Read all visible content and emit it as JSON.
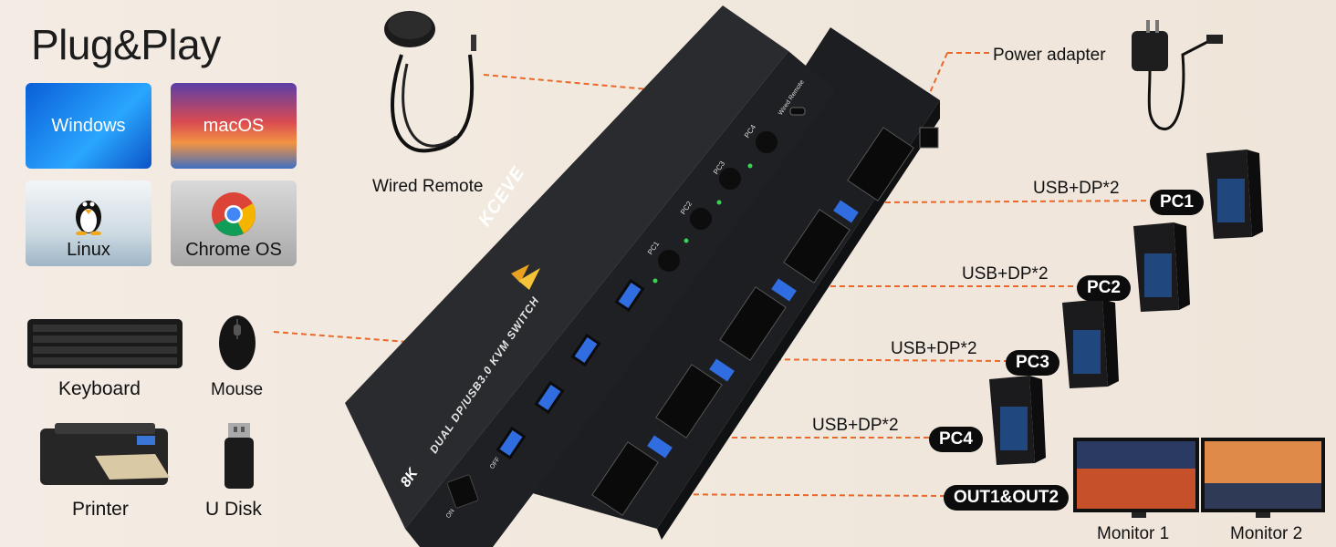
{
  "headline": "Plug&Play",
  "os_tiles": [
    {
      "label": "Windows"
    },
    {
      "label": "macOS"
    },
    {
      "label": "Linux"
    },
    {
      "label": "Chrome OS"
    }
  ],
  "peripherals": {
    "keyboard": "Keyboard",
    "mouse": "Mouse",
    "printer": "Printer",
    "udisk": "U Disk"
  },
  "accessories": {
    "remote": "Wired Remote",
    "power": "Power adapter"
  },
  "pcs": [
    {
      "connection": "USB+DP*2",
      "badge": "PC1"
    },
    {
      "connection": "USB+DP*2",
      "badge": "PC2"
    },
    {
      "connection": "USB+DP*2",
      "badge": "PC3"
    },
    {
      "connection": "USB+DP*2",
      "badge": "PC4"
    }
  ],
  "output_badge": "OUT1&OUT2",
  "monitors": [
    "Monitor 1",
    "Monitor 2"
  ],
  "device": {
    "brand": "KCEVE",
    "model_line": "DUAL DP/USB3.0 KVM SWITCH",
    "resolution_badge": "8K",
    "buttons": [
      "PC1",
      "PC2",
      "PC3",
      "PC4"
    ],
    "remote_port_label": "Wired Remote",
    "switch_labels": [
      "ON",
      "OFF"
    ]
  },
  "colors": {
    "accent_line": "#e8692a",
    "device_body": "#2a2b2e",
    "led_green": "#39d353",
    "badge_bg": "#0c0c0c"
  }
}
